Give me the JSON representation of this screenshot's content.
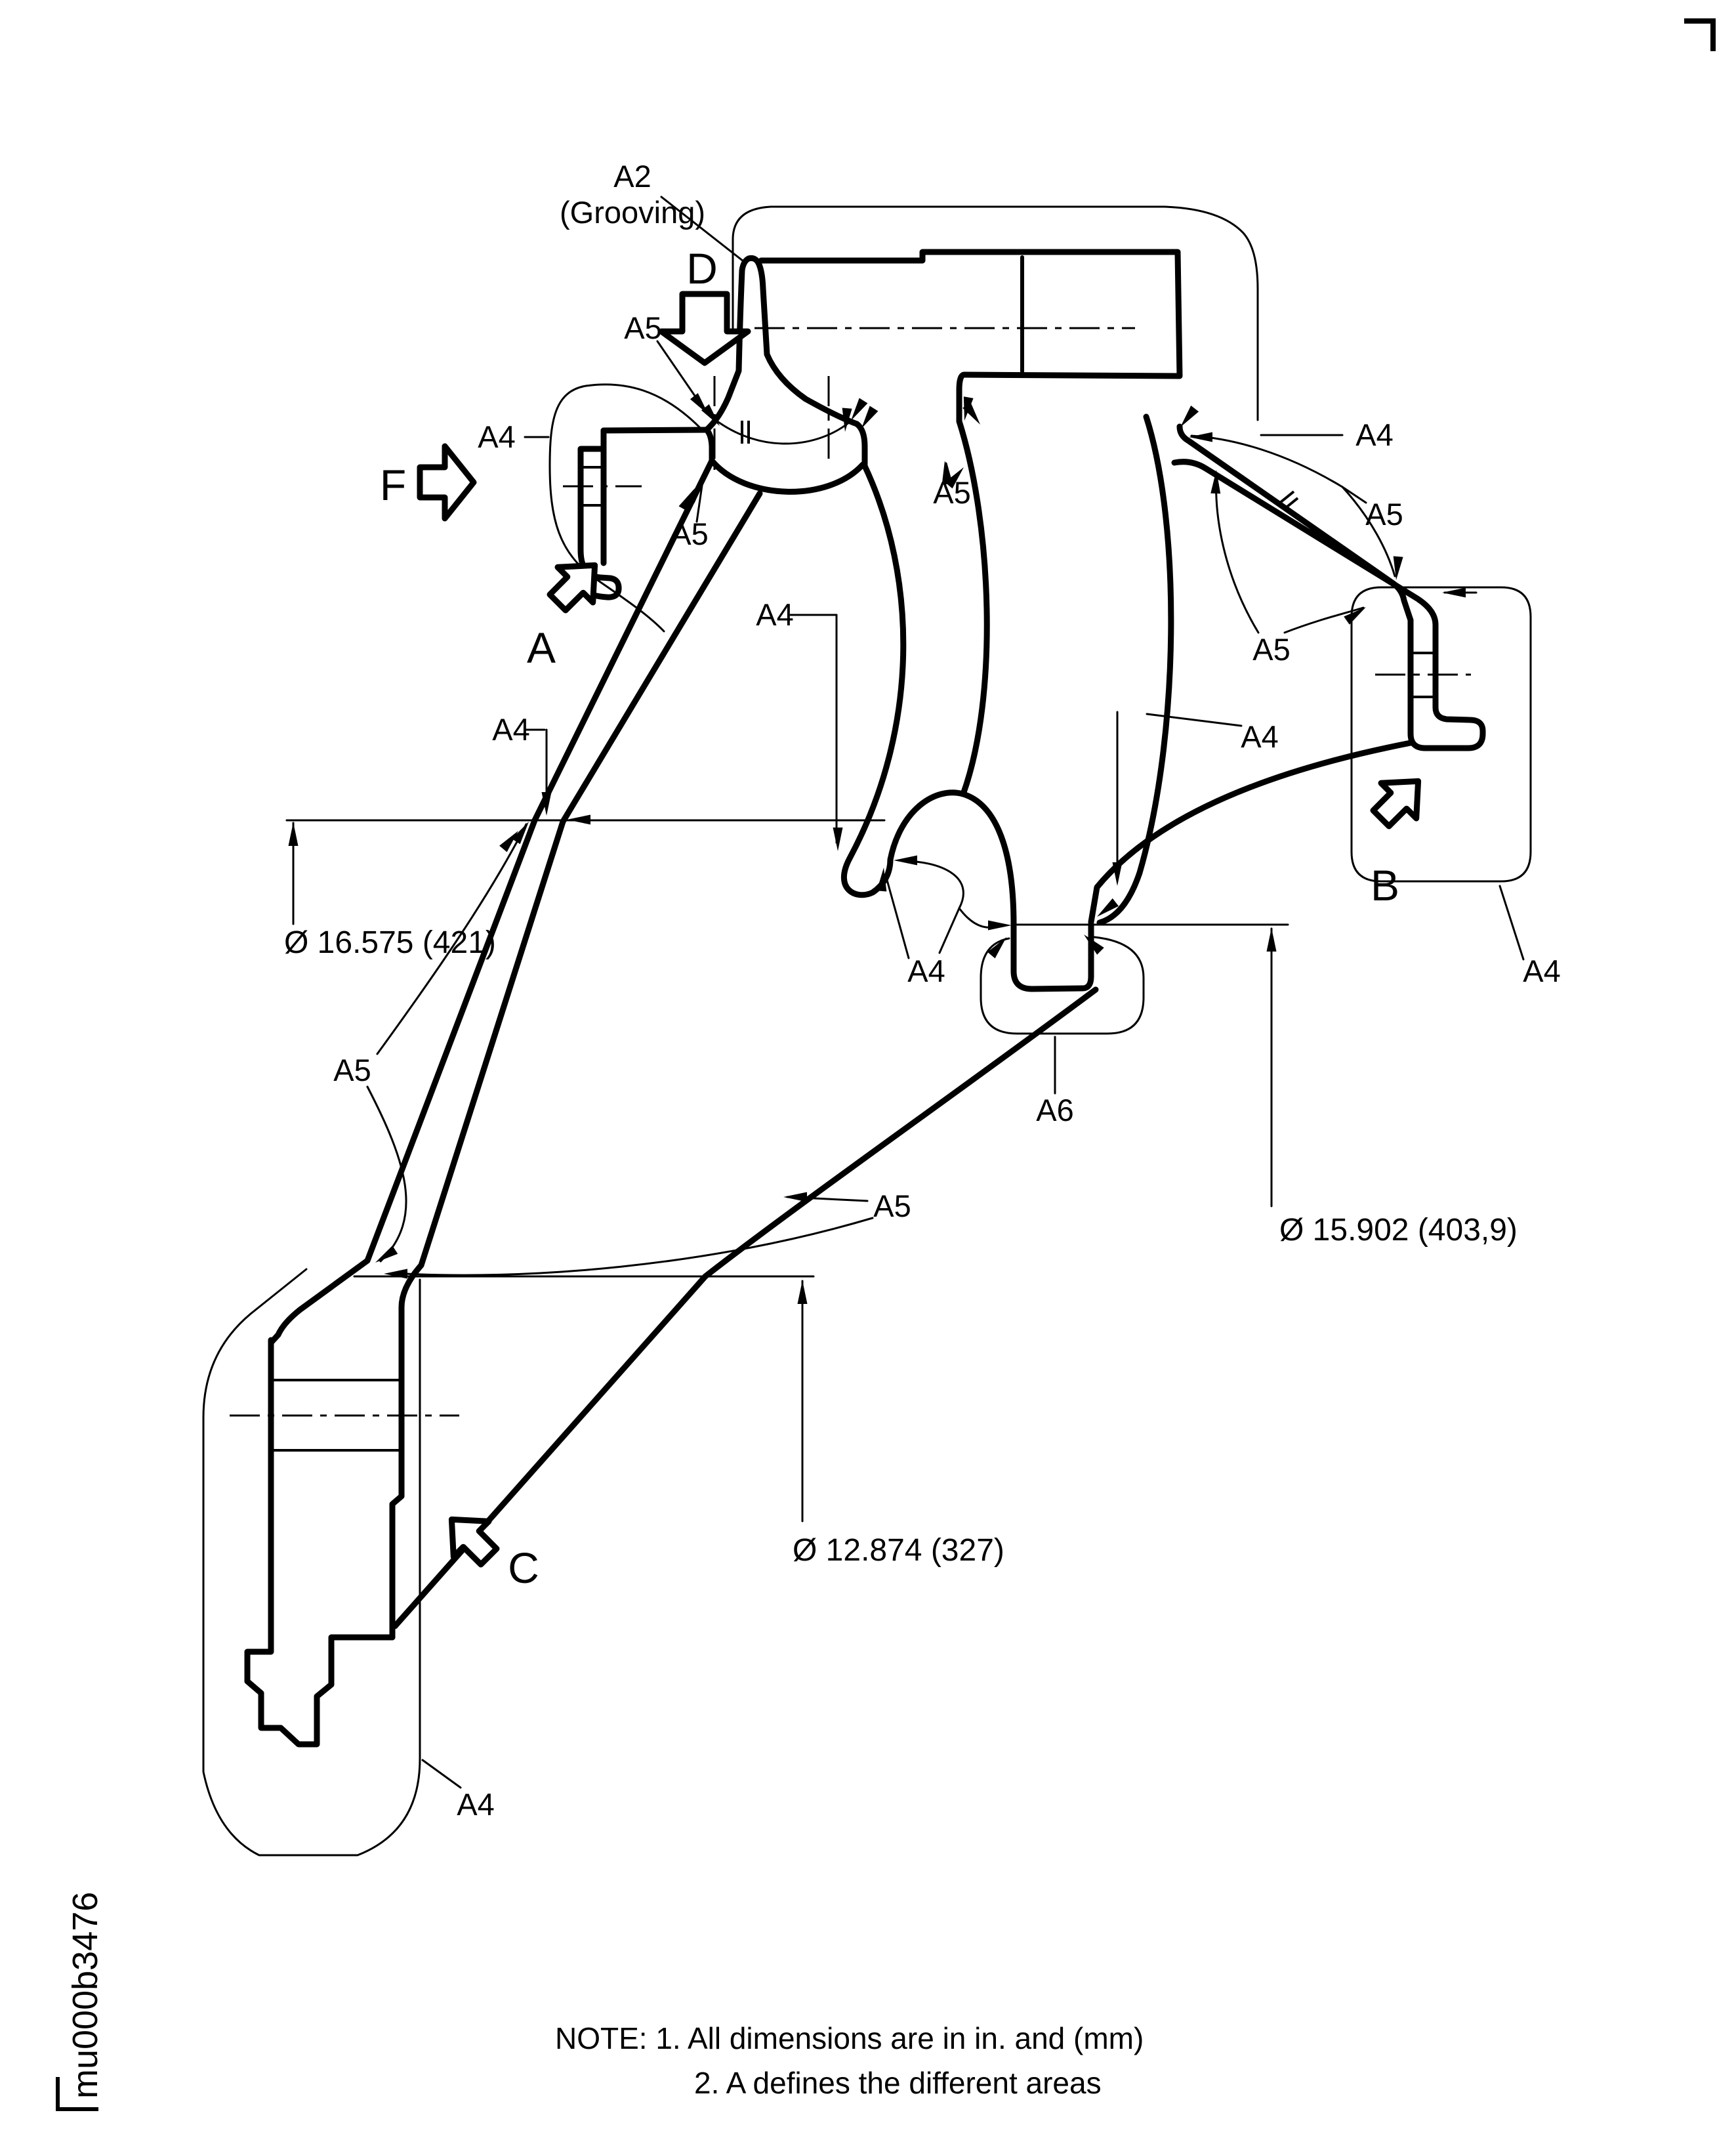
{
  "labels": {
    "a2": "A2",
    "grooving": "(Grooving)",
    "a4": "A4",
    "a5": "A5",
    "a6": "A6"
  },
  "views": {
    "a": "A",
    "b": "B",
    "c": "C",
    "d": "D",
    "f": "F"
  },
  "dimensions": {
    "dia_outer": "Ø 16.575 (421)",
    "dia_mid": "Ø 15.902 (403,9)",
    "dia_bore": "Ø 12.874 (327)"
  },
  "note": {
    "line1": "NOTE: 1. All dimensions are in in. and (mm)",
    "line2": "2. A defines the different areas"
  },
  "doc_number": "mu000b3476"
}
